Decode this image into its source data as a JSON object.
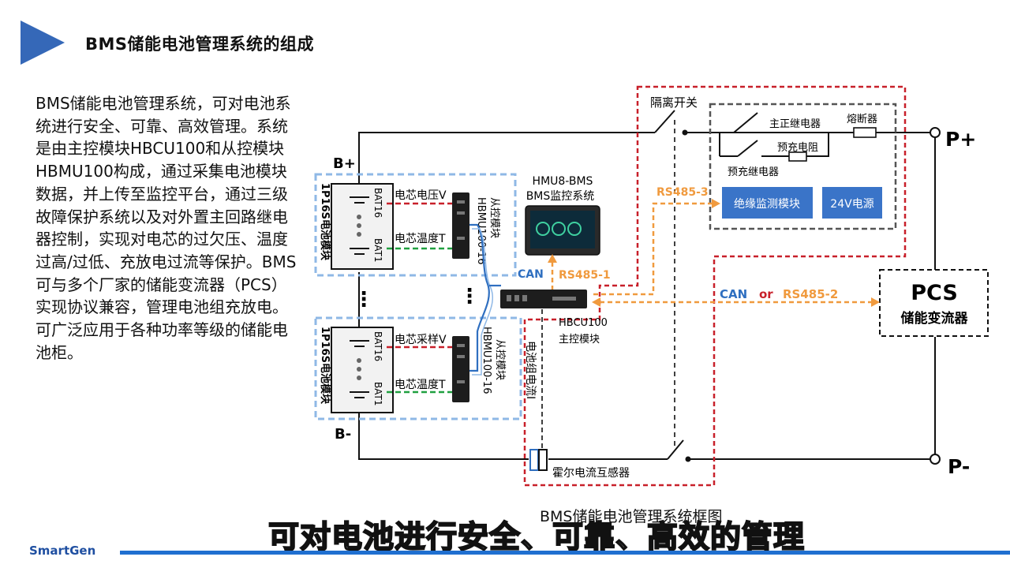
{
  "slide": {
    "title": "BMS储能电池管理系统的组成",
    "body": "BMS储能电池管理系统，可对电池系统进行安全、可靠、高效管理。系统是由主控模块HBCU100和从控模块HBMU100构成，通过采集电池模块数据，并上传至监控平台，通过三级故障保护系统以及对外置主回路继电器控制，实现对电芯的过欠压、温度过高/过低、充放电过流等保护。BMS可与多个厂家的储能变流器（PCS）实现协议兼容，管理电池组充放电。可广泛应用于各种功率等级的储能电池柜。",
    "caption": "BMS储能电池管理系统框图",
    "subtitle": "可对电池进行安全、可靠、高效的管理",
    "logo": "SmartGen"
  },
  "diagram": {
    "b_plus": "B+",
    "b_minus": "B-",
    "battery_module_top": "1P16S电池模块",
    "battery_module_bottom": "1P16S电池模块",
    "bat16": "BAT16",
    "bat1": "BAT1",
    "bat16_b": "BAT16",
    "bat1_b": "BAT1",
    "cell_voltage": "电芯电压V",
    "cell_temp": "电芯温度T",
    "cell_sample_voltage": "电芯采样V",
    "cell_temp_b": "电芯温度T",
    "slave_top_name": "从控模块",
    "slave_top_model": "HBMU100-16",
    "slave_bottom_name": "从控模块",
    "slave_bottom_model": "HBMU100-16",
    "hmu_title": "HMU8-BMS",
    "hmu_sub": "BMS监控系统",
    "can_label": "CAN",
    "rs485_1": "RS485-1",
    "rs485_2": "RS485-2",
    "rs485_3": "RS485-3",
    "or_label": "or",
    "can_label_2": "CAN",
    "hbcu_model": "HBCU100",
    "hbcu_name": "主控模块",
    "current_label": "电池组电流I",
    "hall_sensor": "霍尔电流互感器",
    "isolation_switch": "隔离开关",
    "main_relay": "主正继电器",
    "fuse": "熔断器",
    "precharge_resistor": "预充电阻",
    "precharge_relay": "预充继电器",
    "insulation_module": "绝缘监测模块",
    "power_24v": "24V电源",
    "p_plus": "P+",
    "p_minus": "P-",
    "pcs": "PCS",
    "pcs_name": "储能变流器",
    "ellipsis": "⋮",
    "colors": {
      "accent": "#3568b8",
      "red_dash": "#c8202a",
      "blue_dash": "#8fb8e6",
      "orange": "#f09a3e",
      "green": "#20a040",
      "can_blue": "#2f6fc0"
    }
  }
}
